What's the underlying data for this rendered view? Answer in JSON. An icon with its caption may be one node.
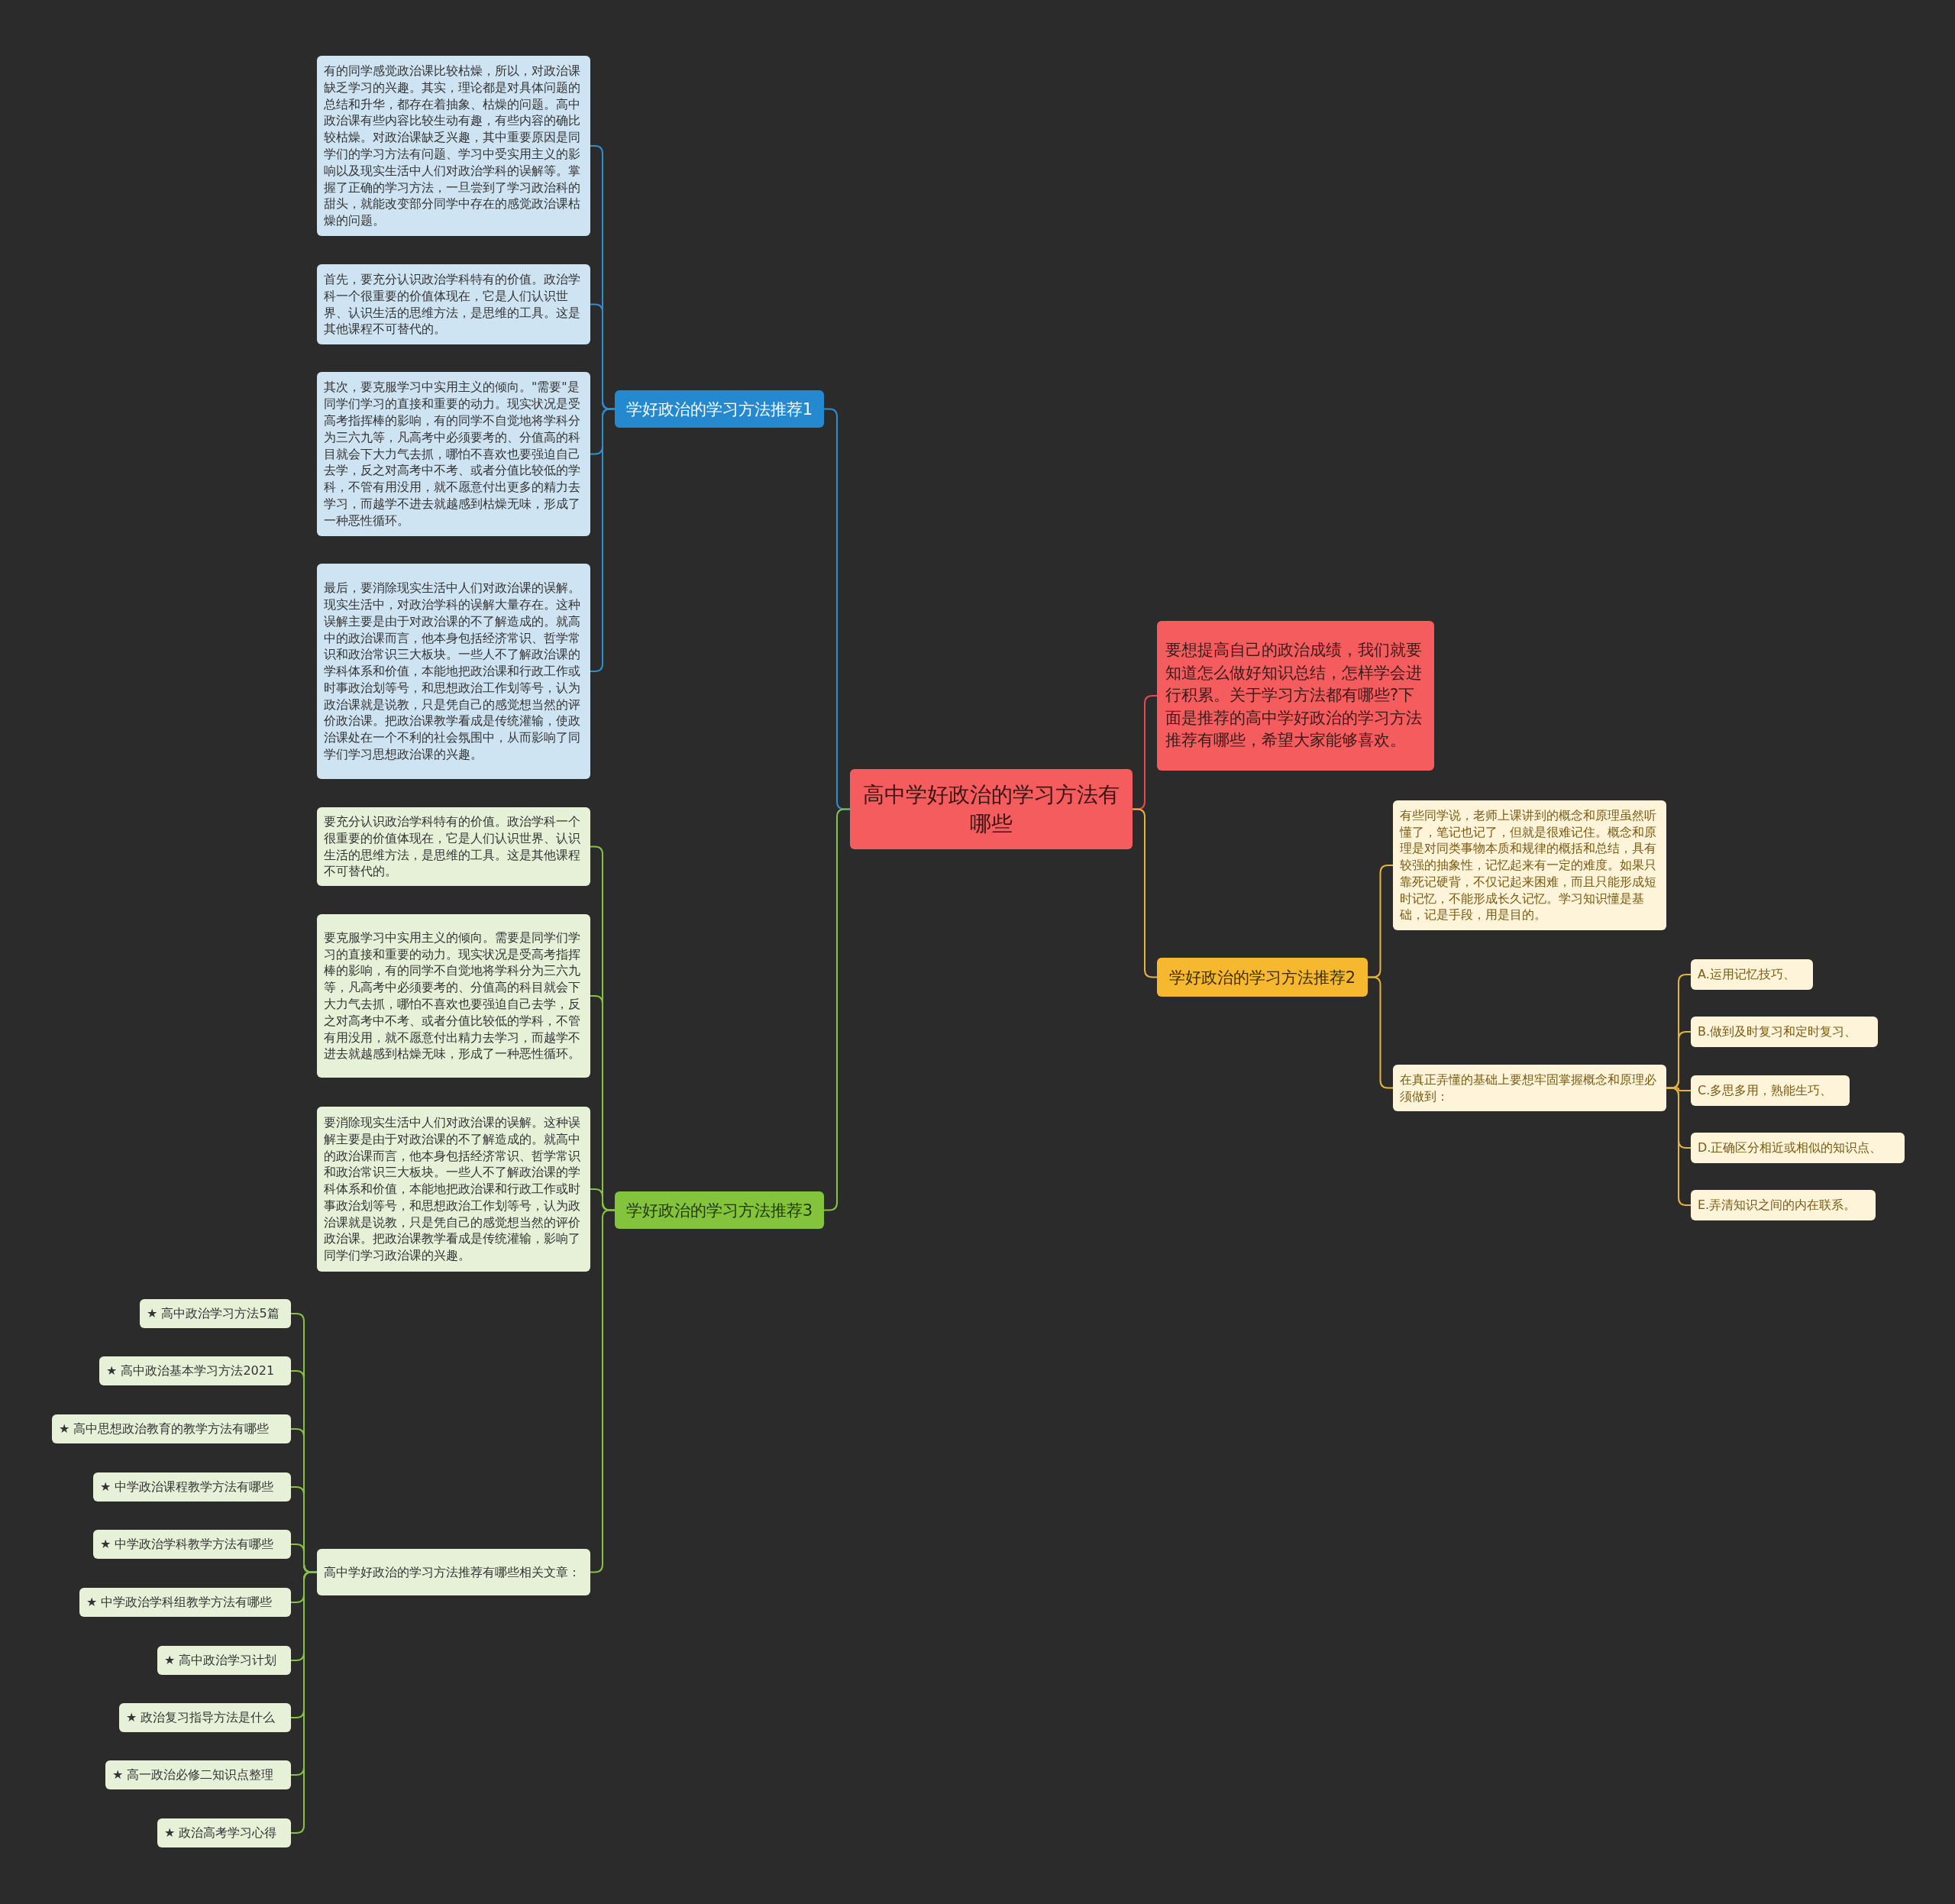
{
  "diagram": {
    "nodes": [
      {
        "text": [
          "高中学好政治的学习方法有哪些"
        ]
      },
      {
        "text": [
          "要想提高自己的政治成绩，我们就要知道怎么做好知识总结，怎样学会进行积累。关于学习方法都有哪些?下面是推荐的高中学好政治的学习方法推荐有哪些，希望大家能够喜欢。"
        ]
      },
      {
        "text": [
          "学好政治的学习方法推荐1"
        ]
      },
      {
        "text": [
          "有的同学感觉政治课比较枯燥，所以，对政治课缺乏学习的兴趣。其实，理论都是对具体问题的总结和升华，都存在着抽象、枯燥的问题。高中政治课有些内容比较生动有趣，有些内容的确比较枯燥。对政治课缺乏兴趣，其中重要原因是同学们的学习方法有问题、学习中受实用主义的影响以及现实生活中人们对政治学科的误解等。掌握了正确的学习方法，一旦尝到了学习政治科的甜头，就能改变部分同学中存在的感觉政治课枯燥的问题。"
        ]
      },
      {
        "text": [
          "首先，要充分认识政治学科特有的价值。政治学科一个很重要的价值体现在，它是人们认识世界、认识生活的思维方法，是思维的工具。这是其他课程不可替代的。"
        ]
      },
      {
        "text": [
          "其次，要克服学习中实用主义的倾向。\"需要\"是同学们学习的直接和重要的动力。现实状况是受高考指挥棒的影响，有的同学不自觉地将学科分为三六九等，凡高考中必须要考的、分值高的科目就会下大力气去抓，哪怕不喜欢也要强迫自己去学，反之对高考中不考、或者分值比较低的学科，不管有用没用，就不愿意付出更多的精力去学习，而越学不进去就越感到枯燥无味，形成了一种恶性循环。"
        ]
      },
      {
        "text": [
          "最后，要消除现实生活中人们对政治课的误解。现实生活中，对政治学科的误解大量存在。这种误解主要是由于对政治课的不了解造成的。就高中的政治课而言，他本身包括经济常识、哲学常识和政治常识三大板块。一些人不了解政治课的学科体系和价值，本能地把政治课和行政工作或时事政治划等号，和思想政治工作划等号，认为政治课就是说教，只是凭自己的感觉想当然的评价政治课。把政治课教学看成是传统灌输，使政治课处在一个不利的社会氛围中，从而影响了同学们学习思想政治课的兴趣。"
        ]
      },
      {
        "text": [
          "学好政治的学习方法推荐2"
        ]
      },
      {
        "text": [
          "有些同学说，老师上课讲到的概念和原理虽然听懂了，笔记也记了，但就是很难记住。概念和原理是对同类事物本质和规律的概括和总结，具有较强的抽象性，记忆起来有一定的难度。如果只靠死记硬背，不仅记起来困难，而且只能形成短时记忆，不能形成长久记忆。学习知识懂是基础，记是手段，用是目的。"
        ]
      },
      {
        "text": [
          "在真正弄懂的基础上要想牢固掌握概念和原理必须做到："
        ]
      },
      {
        "text": [
          "A.运用记忆技巧、"
        ]
      },
      {
        "text": [
          "B.做到及时复习和定时复习、"
        ]
      },
      {
        "text": [
          "C.多思多用，熟能生巧、"
        ]
      },
      {
        "text": [
          "D.正确区分相近或相似的知识点、"
        ]
      },
      {
        "text": [
          "E.弄清知识之间的内在联系。"
        ]
      },
      {
        "text": [
          "学好政治的学习方法推荐3"
        ]
      },
      {
        "text": [
          "要充分认识政治学科特有的价值。政治学科一个很重要的价值体现在，它是人们认识世界、认识生活的思维方法，是思维的工具。这是其他课程不可替代的。"
        ]
      },
      {
        "text": [
          "要克服学习中实用主义的倾向。需要是同学们学习的直接和重要的动力。现实状况是受高考指挥棒的影响，有的同学不自觉地将学科分为三六九等，凡高考中必须要考的、分值高的科目就会下大力气去抓，哪怕不喜欢也要强迫自己去学，反之对高考中不考、或者分值比较低的学科，不管有用没用，就不愿意付出精力去学习，而越学不进去就越感到枯燥无味，形成了一种恶性循环。"
        ]
      },
      {
        "text": [
          "要消除现实生活中人们对政治课的误解。这种误解主要是由于对政治课的不了解造成的。就高中的政治课而言，他本身包括经济常识、哲学常识和政治常识三大板块。一些人不了解政治课的学科体系和价值，本能地把政治课和行政工作或时事政治划等号，和思想政治工作划等号，认为政治课就是说教，只是凭自己的感觉想当然的评价政治课。把政治课教学看成是传统灌输，影响了同学们学习政治课的兴趣。"
        ]
      },
      {
        "text": [
          "高中学好政治的学习方法推荐有哪些相关文章："
        ]
      },
      {
        "text": [
          "★ 高中政治学习方法5篇"
        ]
      },
      {
        "text": [
          "★ 高中政治基本学习方法2021"
        ]
      },
      {
        "text": [
          "★ 高中思想政治教育的教学方法有哪些"
        ]
      },
      {
        "text": [
          "★ 中学政治课程教学方法有哪些"
        ]
      },
      {
        "text": [
          "★ 中学政治学科教学方法有哪些"
        ]
      },
      {
        "text": [
          "★ 中学政治学科组教学方法有哪些"
        ]
      },
      {
        "text": [
          "★ 高中政治学习计划"
        ]
      },
      {
        "text": [
          "★ 政治复习指导方法是什么"
        ]
      },
      {
        "text": [
          "★ 高一政治必修二知识点整理"
        ]
      },
      {
        "text": [
          "★ 政治高考学习心得"
        ]
      }
    ],
    "edges": [
      {
        "from": 0,
        "to": 1,
        "arrow": "none",
        "color": "#e8484c"
      },
      {
        "from": 0,
        "to": 2,
        "arrow": "none",
        "color": "#2e8fd0"
      },
      {
        "from": 0,
        "to": 7,
        "arrow": "none",
        "color": "#e6b33a"
      },
      {
        "from": 0,
        "to": 15,
        "arrow": "none"
      },
      {
        "from": 2,
        "to": 3,
        "arrow": "none",
        "color": "#2e8fd0"
      },
      {
        "from": 2,
        "to": 4,
        "arrow": "none",
        "color": "#2e8fd0"
      },
      {
        "from": 2,
        "to": 5,
        "arrow": "none",
        "color": "#2e8fd0"
      },
      {
        "from": 2,
        "to": 6,
        "arrow": "none",
        "color": "#2e8fd0"
      },
      {
        "from": 7,
        "to": 8,
        "arrow": "none",
        "color": "#e6b33a"
      },
      {
        "from": 7,
        "to": 9,
        "arrow": "none",
        "color": "#e6b33a"
      },
      {
        "from": 9,
        "to": 10,
        "arrow": "none",
        "color": "#e6b33a"
      },
      {
        "from": 9,
        "to": 11,
        "arrow": "none",
        "color": "#e6b33a"
      },
      {
        "from": 9,
        "to": 12,
        "arrow": "none",
        "color": "#e6b33a"
      },
      {
        "from": 9,
        "to": 13,
        "arrow": "none",
        "color": "#e6b33a"
      },
      {
        "from": 9,
        "to": 14,
        "arrow": "none",
        "color": "#e6b33a"
      },
      {
        "from": 15,
        "to": 16,
        "arrow": "none"
      },
      {
        "from": 15,
        "to": 17,
        "arrow": "none"
      },
      {
        "from": 15,
        "to": 18,
        "arrow": "none"
      },
      {
        "from": 15,
        "to": 19,
        "arrow": "none"
      },
      {
        "from": 19,
        "to": 20,
        "arrow": "none"
      },
      {
        "from": 19,
        "to": 21,
        "arrow": "none"
      },
      {
        "from": 19,
        "to": 22,
        "arrow": "none"
      },
      {
        "from": 19,
        "to": 23,
        "arrow": "none"
      },
      {
        "from": 19,
        "to": 24,
        "arrow": "none"
      },
      {
        "from": 19,
        "to": 25,
        "arrow": "none"
      },
      {
        "from": 19,
        "to": 26,
        "arrow": "none"
      },
      {
        "from": 19,
        "to": 27,
        "arrow": "none"
      },
      {
        "from": 19,
        "to": 28,
        "arrow": "none"
      },
      {
        "from": 19,
        "to": 29,
        "arrow": "none"
      }
    ]
  }
}
